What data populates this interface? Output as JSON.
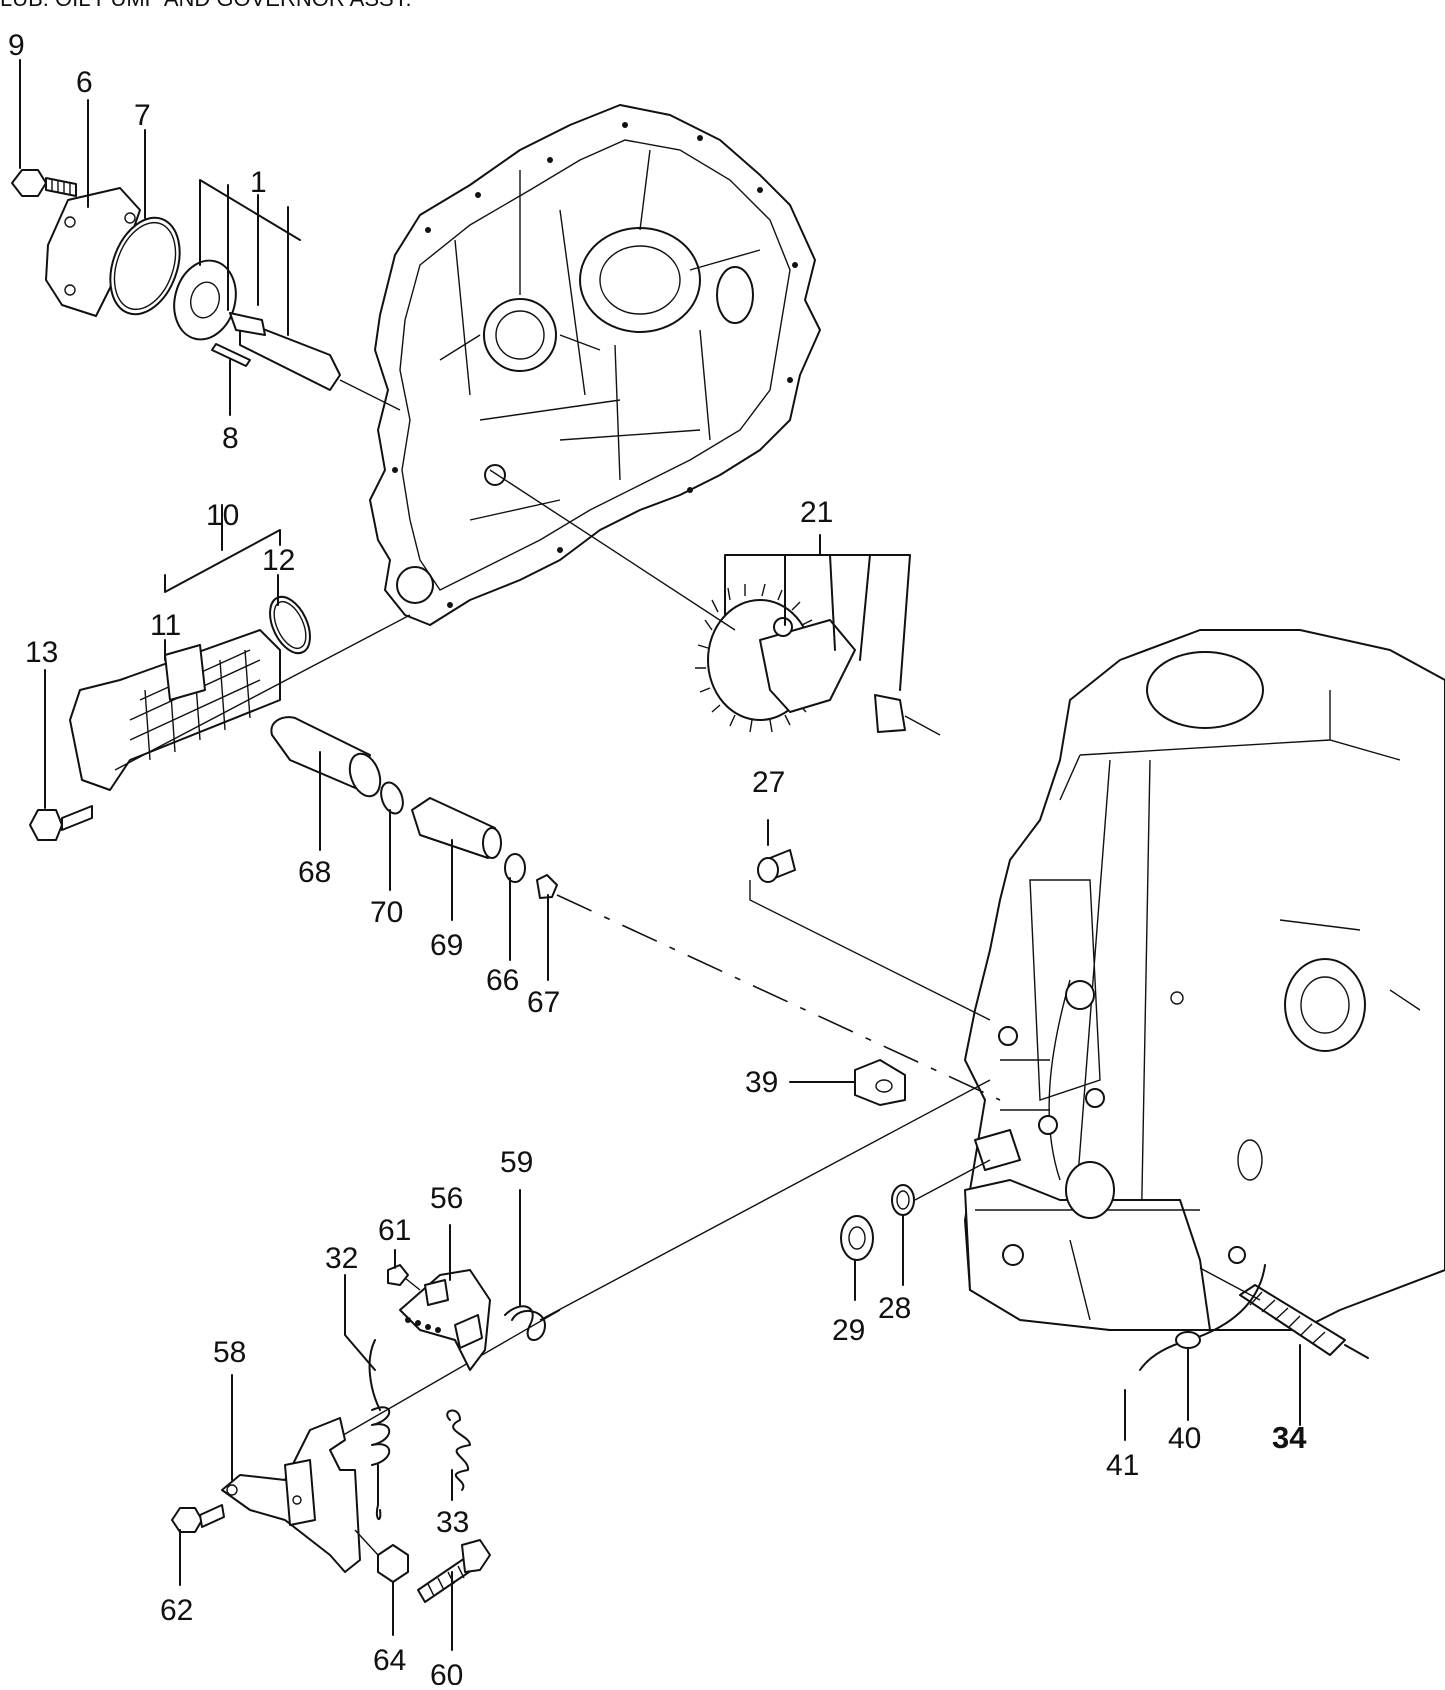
{
  "title": "LUB. OIL PUMP AND GOVERNOR ASSY.",
  "callouts": {
    "c9": "9",
    "c6": "6",
    "c7": "7",
    "c1": "1",
    "c8": "8",
    "c10": "10",
    "c11": "11",
    "c12": "12",
    "c13": "13",
    "c21": "21",
    "c27": "27",
    "c68": "68",
    "c70": "70",
    "c69": "69",
    "c66": "66",
    "c67": "67",
    "c39": "39",
    "c29": "29",
    "c28": "28",
    "c59": "59",
    "c56": "56",
    "c61": "61",
    "c32": "32",
    "c58": "58",
    "c33": "33",
    "c62": "62",
    "c64": "64",
    "c60": "60",
    "c41": "41",
    "c40": "40",
    "c34": "34"
  }
}
